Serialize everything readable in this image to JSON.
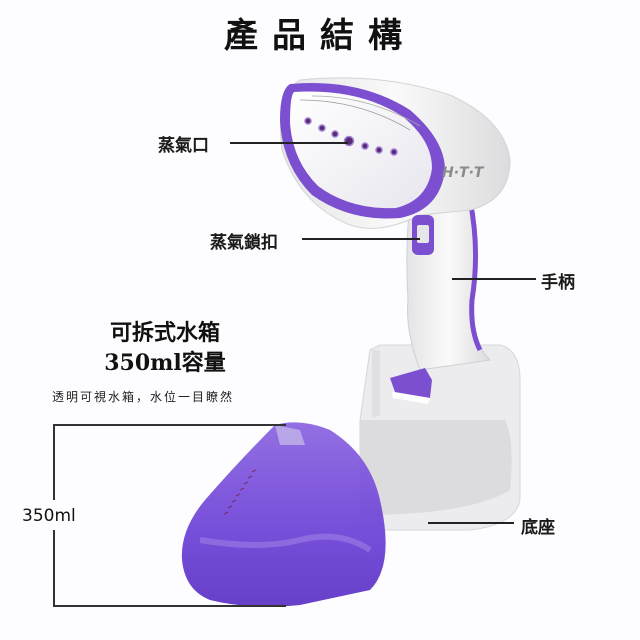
{
  "title": "產品結構",
  "brand": "H·T·T",
  "callouts": {
    "steam_outlet": "蒸氣口",
    "steam_lock": "蒸氣鎖扣",
    "handle": "手柄",
    "base": "底座"
  },
  "feature": {
    "title_line1": "可拆式水箱",
    "title_line2": "350ml容量",
    "subtitle": "透明可視水箱，水位一目瞭然"
  },
  "dimension": {
    "capacity": "350ml"
  },
  "colors": {
    "accent": "#7b4fd0",
    "body": "#f2f2f2",
    "tank": "#6a3fd6"
  }
}
